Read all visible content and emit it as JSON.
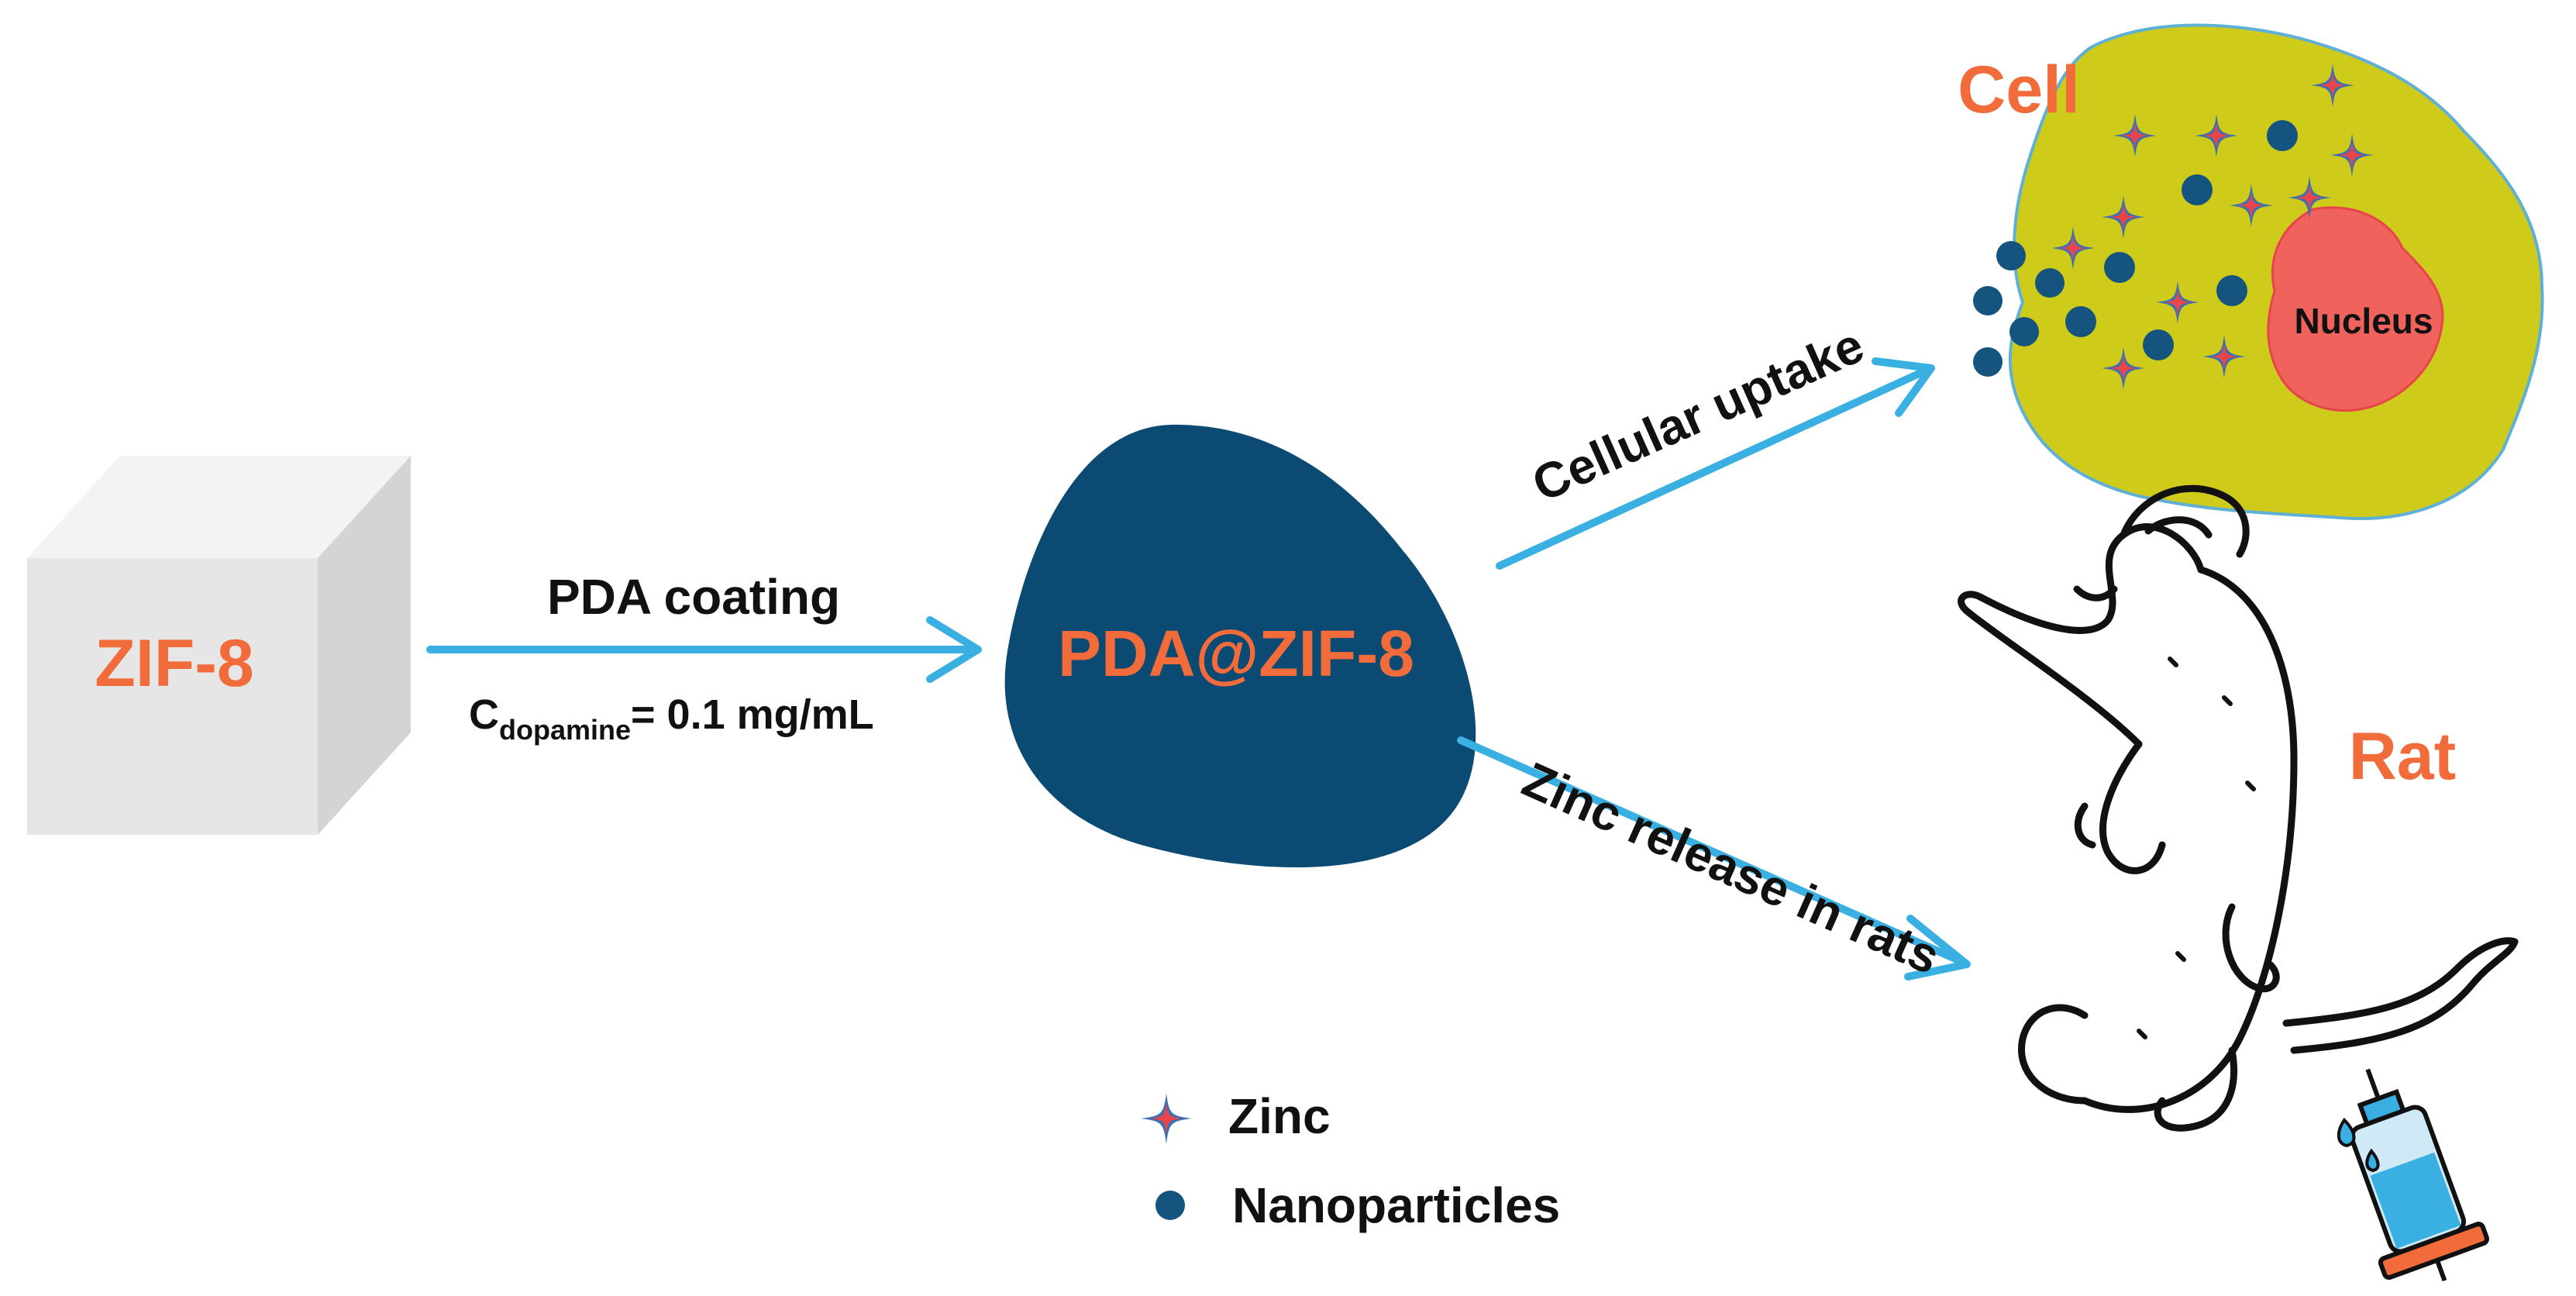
{
  "colors": {
    "accent_orange": "#f26b3a",
    "arrow_blue": "#3ab0e2",
    "pda_navy": "#0b4a73",
    "particle_navy": "#14547f",
    "cell_fill": "#cfcb1a",
    "cell_edge": "#5fb0d6",
    "nucleus_fill": "#f0625c",
    "cube_front": "#e7e7e7",
    "cube_top": "#f2f2f2",
    "cube_side": "#d2d2d2",
    "text_black": "#111111",
    "zinc_blue": "#3d6fb2",
    "zinc_red": "#e8454a"
  },
  "nodes": {
    "zif8": "ZIF-8",
    "pda_zif8": "PDA@ZIF-8",
    "cell": "Cell",
    "nucleus": "Nucleus",
    "rat": "Rat"
  },
  "edges": {
    "coating_label": "PDA coating",
    "concentration_symbol": "C",
    "concentration_subscript": "dopamine",
    "concentration_value": "=  0.1 mg/mL",
    "uptake_label": "Cellular uptake",
    "release_label": "Zinc release in rats"
  },
  "legend": {
    "zinc": "Zinc",
    "nanoparticles": "Nanoparticles"
  },
  "icons": {
    "zinc": "four-point-star-icon",
    "nanoparticle": "filled-circle-icon",
    "rat": "cartoon-rat-icon",
    "syringe": "syringe-icon"
  }
}
